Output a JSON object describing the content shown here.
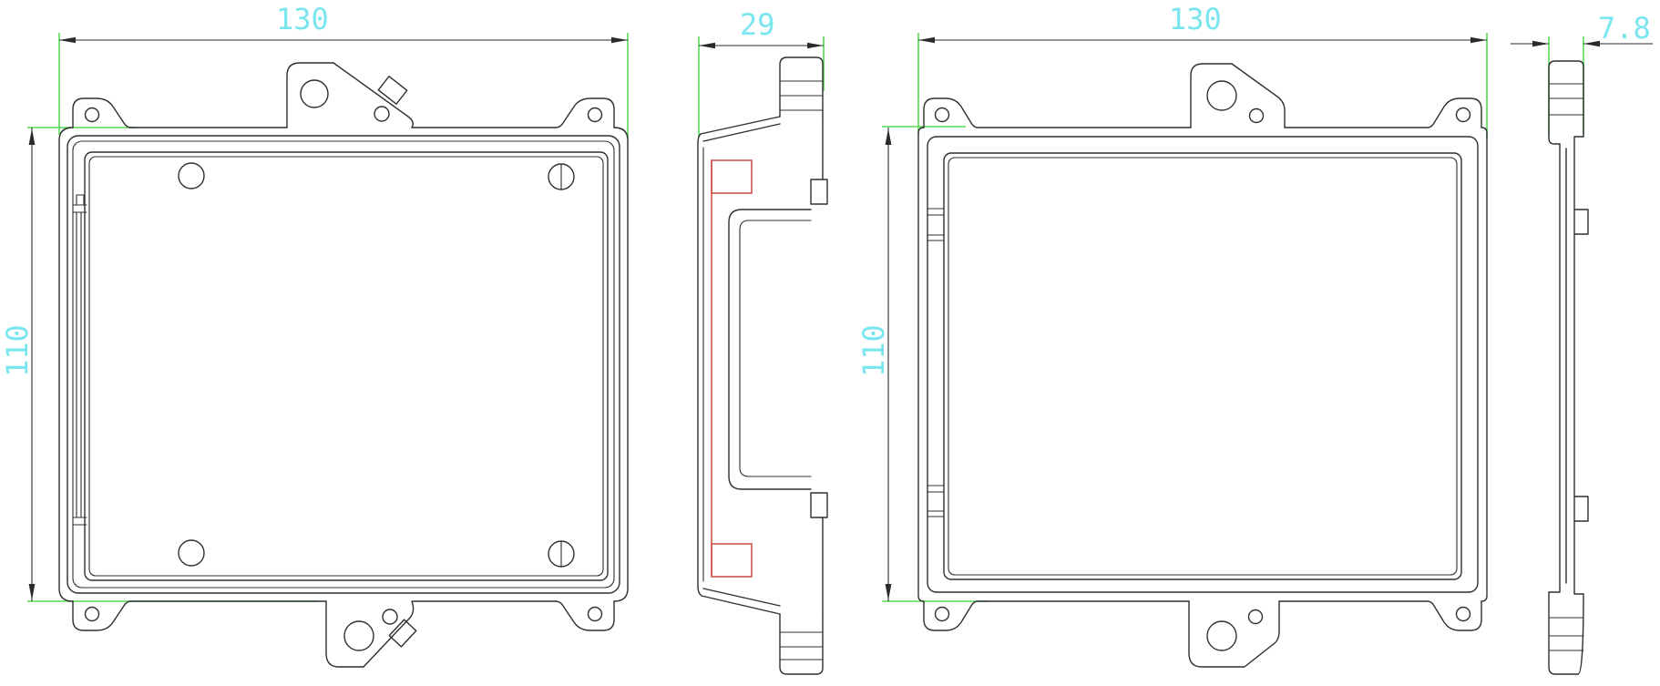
{
  "drawing": {
    "type": "cad-orthographic-enclosure-drawing",
    "colors": {
      "background": "#ffffff",
      "line": "#2f2f2f",
      "dim_line": "#2b2b2b",
      "dim_text": "#79e5ef",
      "extension": "#57da57",
      "highlight": "#c94b42"
    },
    "views": [
      {
        "name": "front-view",
        "width_dim": "130",
        "height_dim": "110"
      },
      {
        "name": "side-view",
        "width_dim": "29"
      },
      {
        "name": "back-view",
        "width_dim": "130",
        "height_dim": "110"
      },
      {
        "name": "profile-view",
        "width_dim": "7.8"
      }
    ]
  }
}
